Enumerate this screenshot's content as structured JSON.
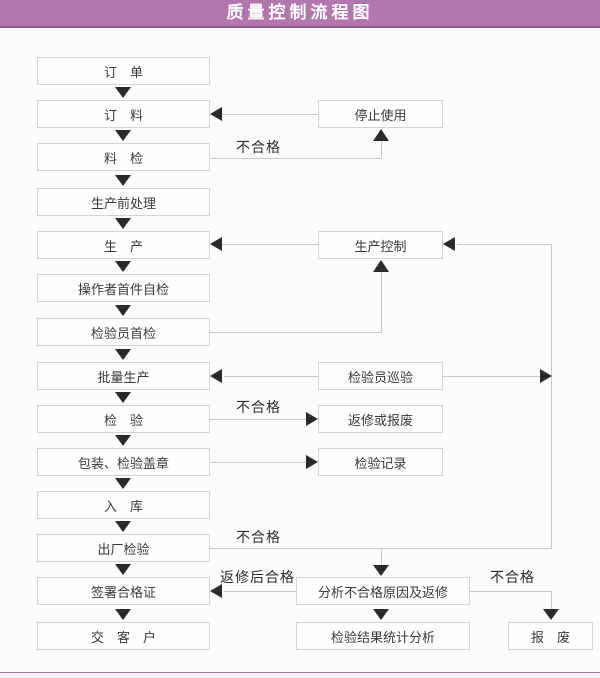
{
  "title": "质量控制流程图",
  "colors": {
    "header-bg": "#b277ae",
    "header-border": "#8d5a8a",
    "title-text": "#ffffff",
    "page-bg": "#fdfbfd",
    "box-bg": "#fefefe",
    "box-border": "#d4d4d6",
    "box-text": "#3a3a3a",
    "line": "#c9c9cc",
    "arrow": "#2b2b2b",
    "footer-line": "#a97fa7",
    "footer-bg": "#f7eff6"
  },
  "flow": {
    "main_steps": [
      "订　单",
      "订　料",
      "料　检",
      "生产前处理",
      "生　产",
      "操作者首件自检",
      "检验员首检",
      "批量生产",
      "检　验",
      "包装、检验盖章",
      "入　库",
      "出厂检验",
      "签署合格证",
      "交　客　户"
    ],
    "side_steps": [
      "停止使用",
      "生产控制",
      "检验员巡验",
      "返修或报废",
      "检验记录"
    ],
    "bottom_steps": [
      "分析不合格原因及返修",
      "检验结果统计分析",
      "报　废"
    ],
    "edge_labels": {
      "unqualified": "不合格",
      "qualified_after_repair": "返修后合格"
    }
  }
}
